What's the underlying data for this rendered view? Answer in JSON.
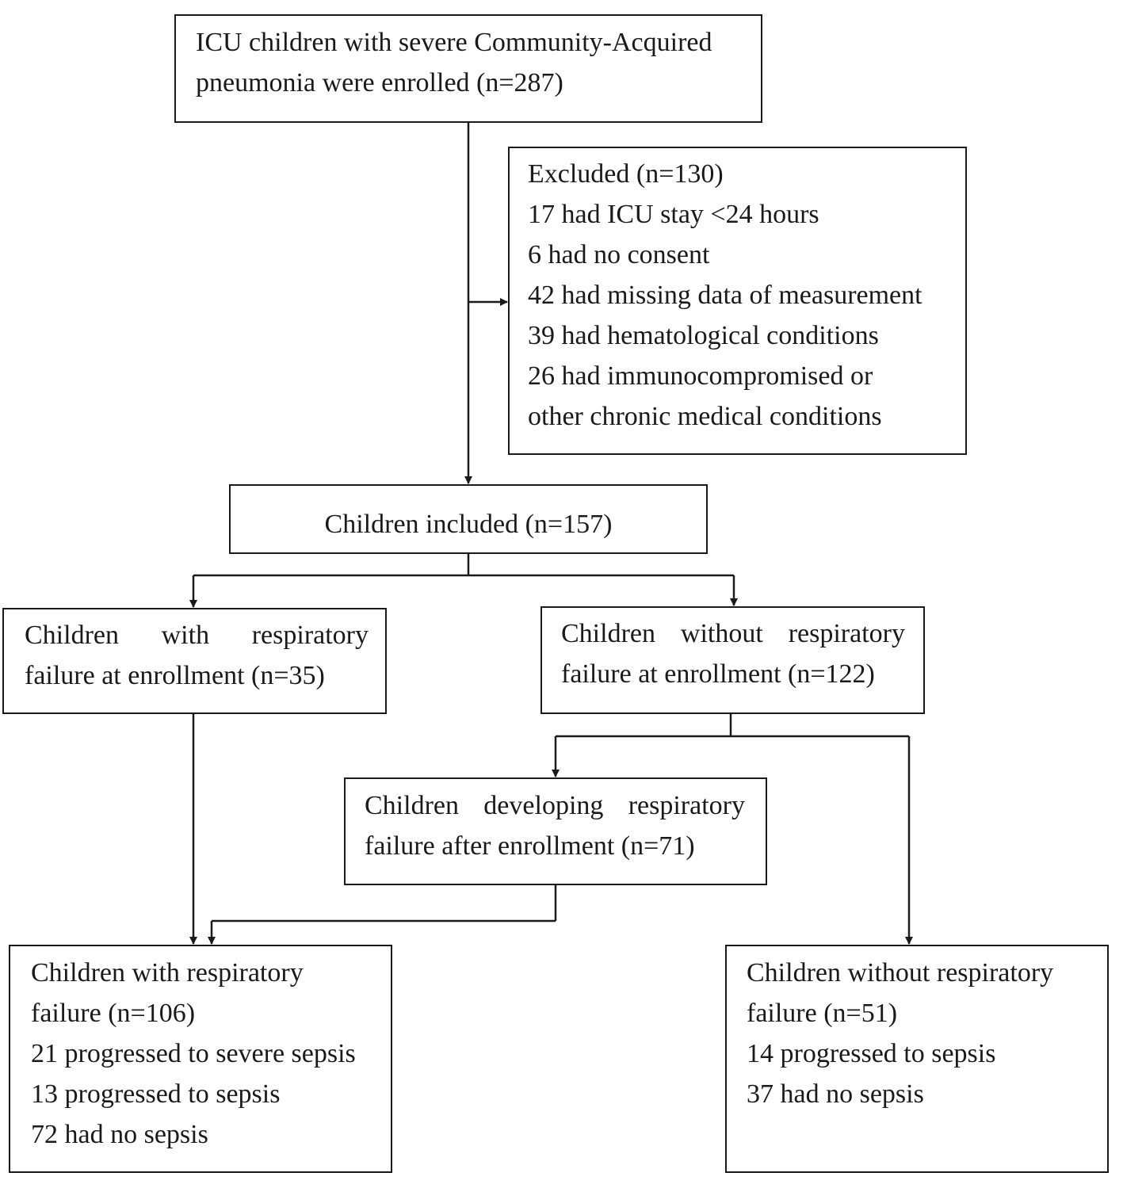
{
  "enrolled": {
    "lines": [
      "ICU children with severe Community-Acquired",
      "pneumonia were enrolled (n=287)"
    ]
  },
  "excluded": {
    "lines": [
      "Excluded (n=130)",
      "17 had ICU stay <24 hours",
      "6 had no consent",
      "42 had missing data of measurement",
      "39 had hematological conditions",
      "26 had immunocompromised or",
      "other chronic medical conditions"
    ]
  },
  "included": {
    "lines": [
      "Children included (n=157)"
    ]
  },
  "with_rf_enroll": {
    "lines": [
      "Children with respiratory",
      "failure at enrollment (n=35)"
    ]
  },
  "without_rf_enroll": {
    "lines": [
      "Children without respiratory",
      "failure at enrollment (n=122)"
    ]
  },
  "developing_rf": {
    "lines": [
      "Children developing respiratory",
      "failure after enrollment (n=71)"
    ]
  },
  "with_rf_total": {
    "lines": [
      "Children with respiratory",
      "failure (n=106)",
      "21 progressed to severe sepsis",
      "13 progressed to sepsis",
      "72 had no sepsis"
    ]
  },
  "without_rf_total": {
    "lines": [
      "Children without respiratory",
      "failure (n=51)",
      "14 progressed to sepsis",
      "37 had no sepsis"
    ]
  },
  "colors": {
    "line": "#1a1a1a",
    "background": "#ffffff"
  }
}
